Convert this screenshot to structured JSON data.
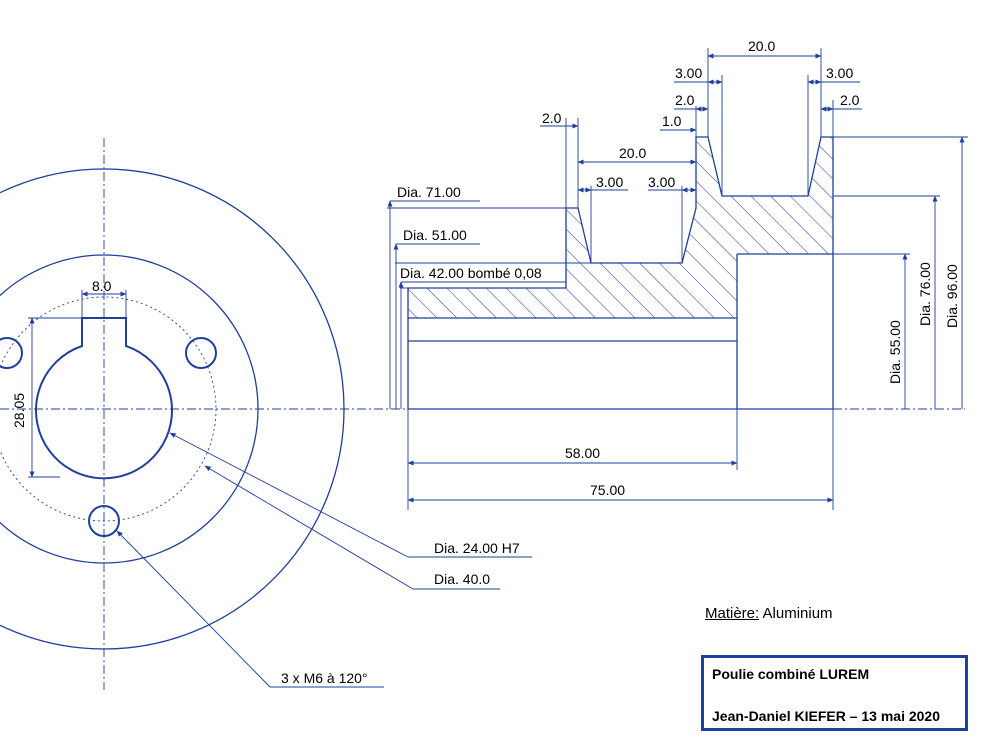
{
  "colors": {
    "line": "#1f3f9a",
    "text": "#000000",
    "background": "#ffffff"
  },
  "front_view": {
    "keyway_width": "8.0",
    "keyway_height": "28.05",
    "callout_bore": "Dia. 24.00 H7",
    "callout_bolt_circle": "Dia. 40.0",
    "callout_holes": "3 x M6 à 120°"
  },
  "section_view": {
    "dia_71": "Dia. 71.00",
    "dia_51": "Dia. 51.00",
    "dia_42": "Dia. 42.00 bombé 0,08",
    "groove1_width": "20.0",
    "groove1_left_flat": "2.0",
    "groove1_left_slope": "3.00",
    "groove1_right_slope": "3.00",
    "groove2_width": "20.0",
    "groove2_left_slope": "3.00",
    "groove2_right_slope": "3.00",
    "groove2_left_flat": "2.0",
    "groove2_right_flat": "2.0",
    "web_width": "1.0",
    "dia_55": "Dia. 55.00",
    "dia_76": "Dia. 76.00",
    "dia_96": "Dia. 96.00",
    "length_58": "58.00",
    "length_75": "75.00"
  },
  "material": {
    "label": "Matière:",
    "value": "Aluminium"
  },
  "title_block": {
    "title": "Poulie combiné LUREM",
    "author": "Jean-Daniel KIEFER – 13 mai 2020"
  }
}
